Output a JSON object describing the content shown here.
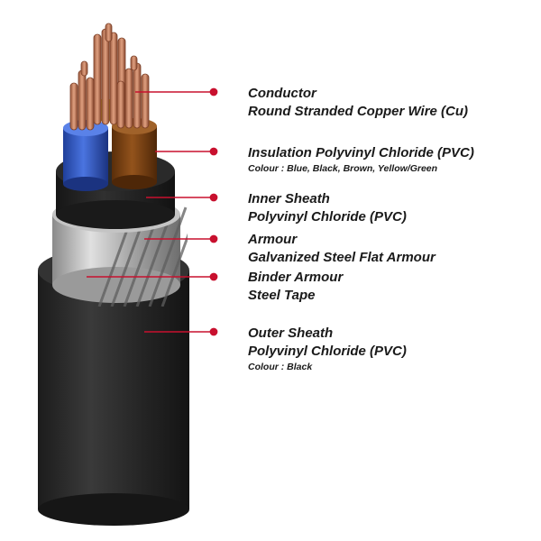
{
  "colors": {
    "background": "#ffffff",
    "leader_line": "#c8102e",
    "outer_sheath": "#2b2b2b",
    "copper": "#c97a5a",
    "insulation_blue": "#2f58c8",
    "insulation_brown": "#7a4212",
    "insulation_earth_yellow": "#e6d21a",
    "insulation_earth_green": "#3a9a3a",
    "armour_steel": "#b8b8b8"
  },
  "labels": [
    {
      "key": "conductor",
      "lines": [
        "Conductor",
        "Round Stranded Copper Wire (Cu)"
      ],
      "note": ""
    },
    {
      "key": "insulation",
      "lines": [
        "Insulation Polyvinyl Chloride (PVC)"
      ],
      "note": "Colour : Blue, Black, Brown, Yellow/Green"
    },
    {
      "key": "inner-sheath",
      "lines": [
        "Inner Sheath",
        "Polyvinyl Chloride (PVC)"
      ],
      "note": ""
    },
    {
      "key": "armour",
      "lines": [
        "Armour",
        "Galvanized Steel Flat Armour"
      ],
      "note": ""
    },
    {
      "key": "binder-armour",
      "lines": [
        "Binder Armour",
        "Steel Tape"
      ],
      "note": ""
    },
    {
      "key": "outer-sheath",
      "lines": [
        "Outer Sheath",
        "Polyvinyl Chloride (PVC)"
      ],
      "note": "Colour : Black"
    }
  ]
}
